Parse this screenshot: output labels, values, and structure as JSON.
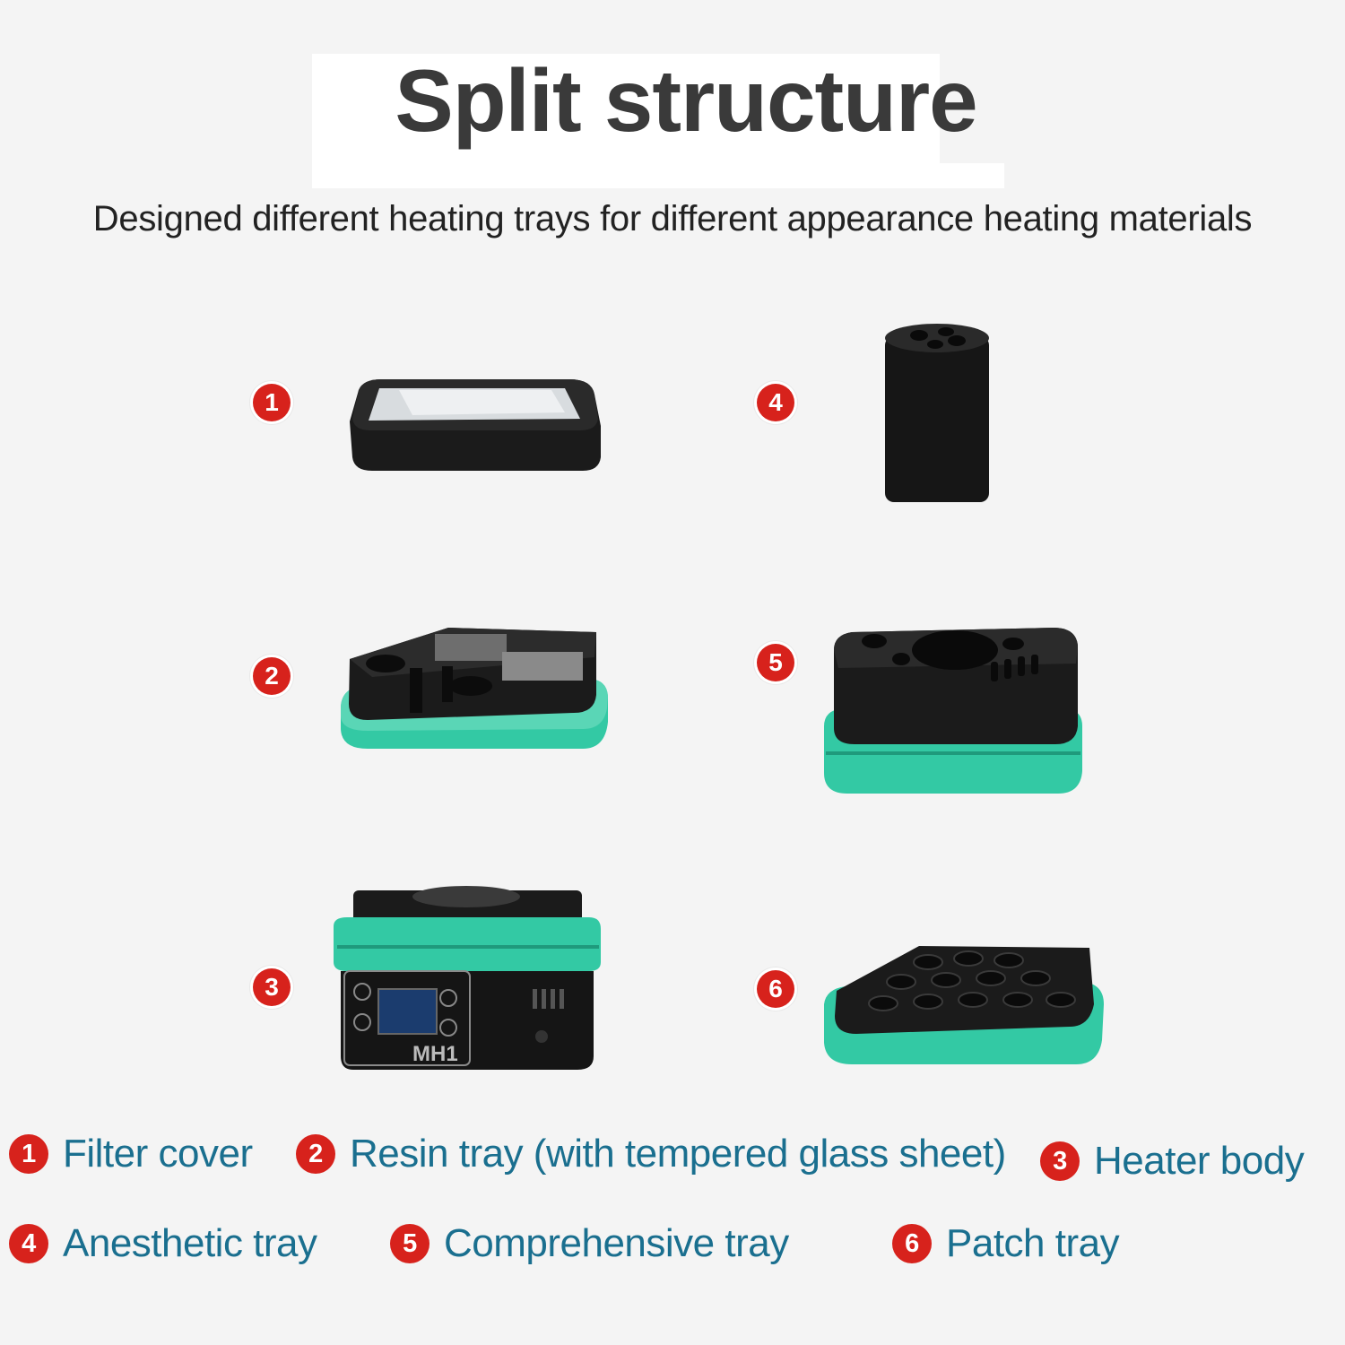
{
  "header": {
    "title": "Split structure",
    "subtitle": "Designed different heating trays for different appearance heating materials"
  },
  "colors": {
    "badge_red": "#d7221c",
    "legend_blue": "#1a6f8f",
    "tray_green": "#33c9a4",
    "product_black": "#1b1b1b"
  },
  "items": [
    {
      "number": "1",
      "label": "Filter cover"
    },
    {
      "number": "2",
      "label": "Resin tray (with tempered glass sheet)"
    },
    {
      "number": "3",
      "label": "Heater body"
    },
    {
      "number": "4",
      "label": "Anesthetic tray"
    },
    {
      "number": "5",
      "label": "Comprehensive tray"
    },
    {
      "number": "6",
      "label": "Patch tray"
    }
  ],
  "device_label": "MH1"
}
